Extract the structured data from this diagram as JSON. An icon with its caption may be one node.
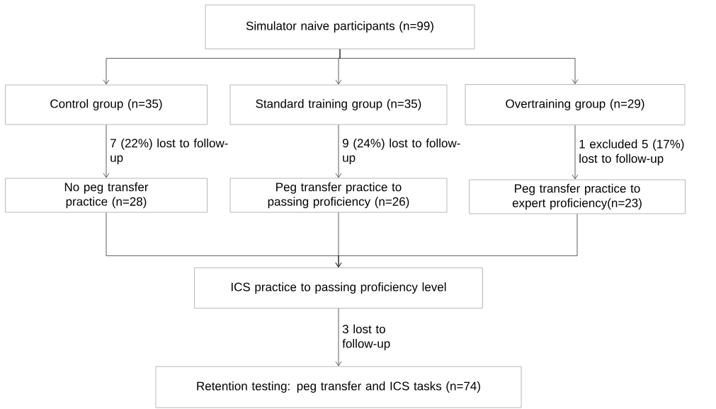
{
  "diagram": {
    "nodes": [
      {
        "text": [
          "Simulator naive participants (n=99)"
        ]
      },
      {
        "text": [
          "Control group (n=35)"
        ]
      },
      {
        "text": [
          "Standard training group (n=35)"
        ]
      },
      {
        "text": [
          "Overtraining group (n=29)"
        ]
      },
      {
        "text": [
          "No peg transfer practice (n=28)"
        ]
      },
      {
        "text": [
          "Peg transfer practice to passing proficiency (n=26)"
        ]
      },
      {
        "text": [
          "Peg transfer practice to expert proficiency(n=23)"
        ]
      },
      {
        "text": [
          "ICS practice to passing proficiency level"
        ]
      },
      {
        "text": [
          "Retention testing: peg transfer and ICS tasks (n=74)"
        ]
      }
    ],
    "edges": [
      {
        "from": 0,
        "to": 1,
        "arrow": "to"
      },
      {
        "from": 0,
        "to": 2,
        "arrow": "to"
      },
      {
        "from": 0,
        "to": 3,
        "arrow": "to"
      },
      {
        "from": 1,
        "to": 4,
        "arrow": "to",
        "label": "7 (22%) lost to follow-up"
      },
      {
        "from": 2,
        "to": 5,
        "arrow": "to",
        "label": "9 (24%) lost to follow-up"
      },
      {
        "from": 3,
        "to": 6,
        "arrow": "to",
        "label": "1 excluded 5 (17%) lost to follow-up"
      },
      {
        "from": 4,
        "to": 7,
        "arrow": "to"
      },
      {
        "from": 5,
        "to": 7,
        "arrow": "to"
      },
      {
        "from": 6,
        "to": 7,
        "arrow": "to"
      },
      {
        "from": 7,
        "to": 8,
        "arrow": "to",
        "label": "3 lost to follow-up"
      }
    ]
  }
}
